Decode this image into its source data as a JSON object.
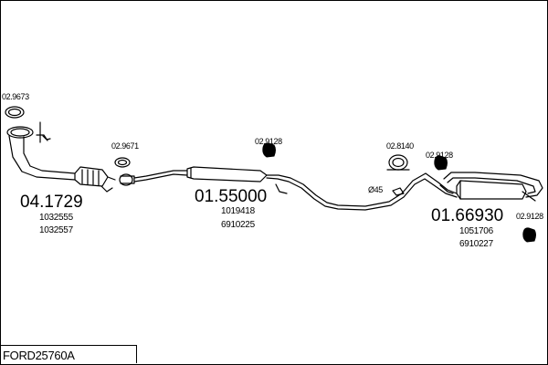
{
  "parts": {
    "front_pipe_gasket": "02.9673",
    "front_pipe_number": "04.1729",
    "front_pipe_oem_1": "1032555",
    "front_pipe_oem_2": "1032557",
    "flange_gasket": "02.9671",
    "front_hanger": "02.9128",
    "middle_silencer_number": "01.55000",
    "middle_silencer_oem_1": "1019418",
    "middle_silencer_oem_2": "6910225",
    "clamp": "02.8140",
    "clamp_size": "Ø45",
    "rear_hanger_1": "02.9128",
    "rear_silencer_number": "01.66930",
    "rear_silencer_oem_1": "1051706",
    "rear_silencer_oem_2": "6910227",
    "rear_hanger_2": "02.9128"
  },
  "footer": {
    "code": "FORD25760A"
  }
}
